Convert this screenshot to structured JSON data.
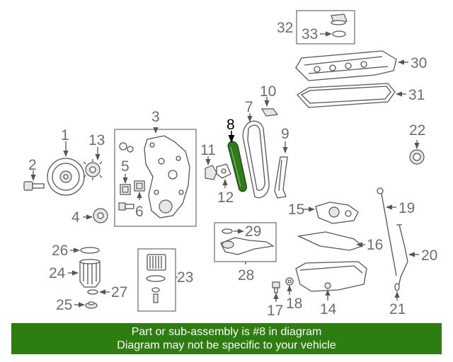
{
  "callouts": {
    "c1": "1",
    "c2": "2",
    "c3": "3",
    "c4": "4",
    "c5": "5",
    "c6": "6",
    "c7": "7",
    "c8": "8",
    "c9": "9",
    "c10": "10",
    "c11": "11",
    "c12": "12",
    "c13": "13",
    "c14": "14",
    "c15": "15",
    "c16": "16",
    "c17": "17",
    "c18": "18",
    "c19": "19",
    "c20": "20",
    "c21": "21",
    "c22": "22",
    "c23": "23",
    "c24": "24",
    "c25": "25",
    "c26": "26",
    "c27": "27",
    "c28": "28",
    "c29": "29",
    "c30": "30",
    "c31": "31",
    "c32": "32",
    "c33": "33"
  },
  "highlighted_part": "8",
  "colors": {
    "banner": "#2d7d11",
    "highlight_part": "#2e7d1a",
    "line": "#555555",
    "label": "#6e6e6e"
  },
  "banner": {
    "line1": "Part or sub-assembly is #8 in diagram",
    "line2": "Diagram may not be specific to your vehicle"
  }
}
